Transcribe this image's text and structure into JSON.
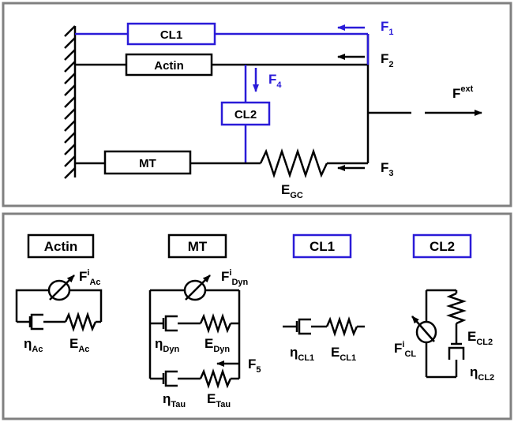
{
  "colors": {
    "black": "#000000",
    "blue": "#2a1bd8",
    "frame": "#808080"
  },
  "top_panel": {
    "cl1": "CL1",
    "actin": "Actin",
    "cl2": "CL2",
    "mt": "MT",
    "f1": {
      "main": "F",
      "sub": "1"
    },
    "f2": {
      "main": "F",
      "sub": "2"
    },
    "f3": {
      "main": "F",
      "sub": "3"
    },
    "f4": {
      "main": "F",
      "sub": "4"
    },
    "fext": {
      "main": "F",
      "sup": "ext"
    },
    "egc": {
      "main": "E",
      "sub": "GC"
    }
  },
  "bottom_panel": {
    "actin": {
      "title": "Actin",
      "force": {
        "main": "F",
        "sup": "i",
        "sub": "Ac"
      },
      "eta": {
        "main": "η",
        "sub": "Ac"
      },
      "e": {
        "main": "E",
        "sub": "Ac"
      }
    },
    "mt": {
      "title": "MT",
      "force": {
        "main": "F",
        "sup": "i",
        "sub": "Dyn"
      },
      "eta_dyn": {
        "main": "η",
        "sub": "Dyn"
      },
      "e_dyn": {
        "main": "E",
        "sub": "Dyn"
      },
      "eta_tau": {
        "main": "η",
        "sub": "Tau"
      },
      "e_tau": {
        "main": "E",
        "sub": "Tau"
      },
      "f5": {
        "main": "F",
        "sub": "5"
      }
    },
    "cl1": {
      "title": "CL1",
      "eta": {
        "main": "η",
        "sub": "CL1"
      },
      "e": {
        "main": "E",
        "sub": "CL1"
      }
    },
    "cl2": {
      "title": "CL2",
      "force": {
        "main": "F",
        "sup": "i",
        "sub": "CL"
      },
      "e": {
        "main": "E",
        "sub": "CL2"
      },
      "eta": {
        "main": "η",
        "sub": "CL2"
      }
    }
  }
}
